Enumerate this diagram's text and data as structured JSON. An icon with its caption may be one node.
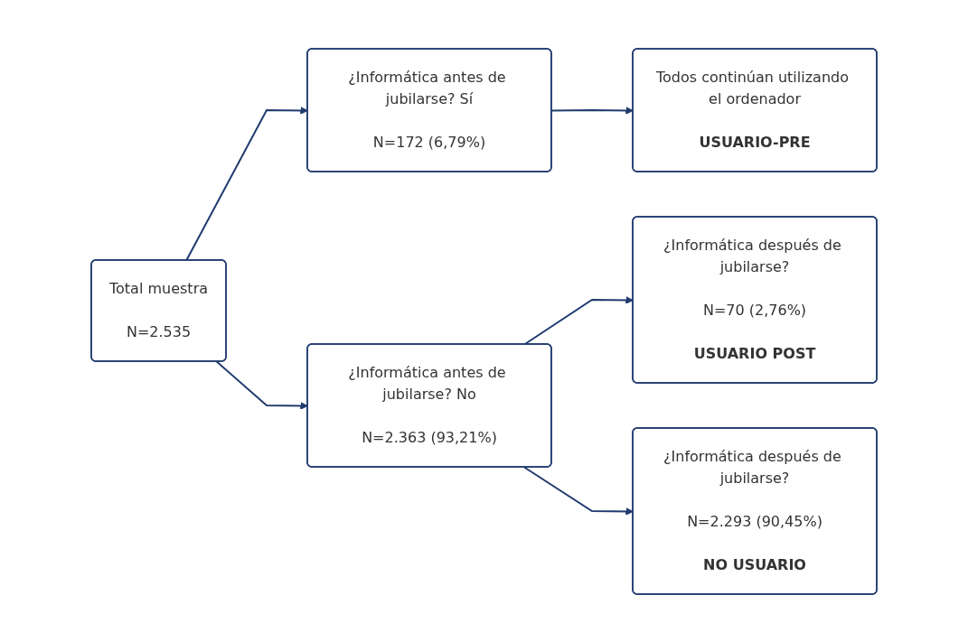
{
  "diagram": {
    "nodes": [
      {
        "text": [
          "Total muestra",
          "N=2.535"
        ]
      },
      {
        "text": [
          "¿Informática antes de jubilarse? Sí",
          "N=172 (6,79%)"
        ]
      },
      {
        "text": [
          "¿Informática antes de jubilarse? No",
          "N=2.363 (93,21%)"
        ]
      },
      {
        "text": [
          "Todos continúan utilizando el ordenador",
          "USUARIO-PRE"
        ]
      },
      {
        "text": [
          "¿Informática después de jubilarse?",
          "N=70 (2,76%)",
          "USUARIO POST"
        ]
      },
      {
        "text": [
          "¿Informática después de jubilarse?",
          "N=2.293 (90,45%)",
          "NO USUARIO"
        ]
      }
    ],
    "edges": [
      {
        "from": 0,
        "to": 1,
        "arrow": "to"
      },
      {
        "from": 0,
        "to": 2,
        "arrow": "to"
      },
      {
        "from": 1,
        "to": 3,
        "arrow": "to"
      },
      {
        "from": 2,
        "to": 4,
        "arrow": "to"
      },
      {
        "from": 2,
        "to": 5,
        "arrow": "to"
      }
    ]
  }
}
